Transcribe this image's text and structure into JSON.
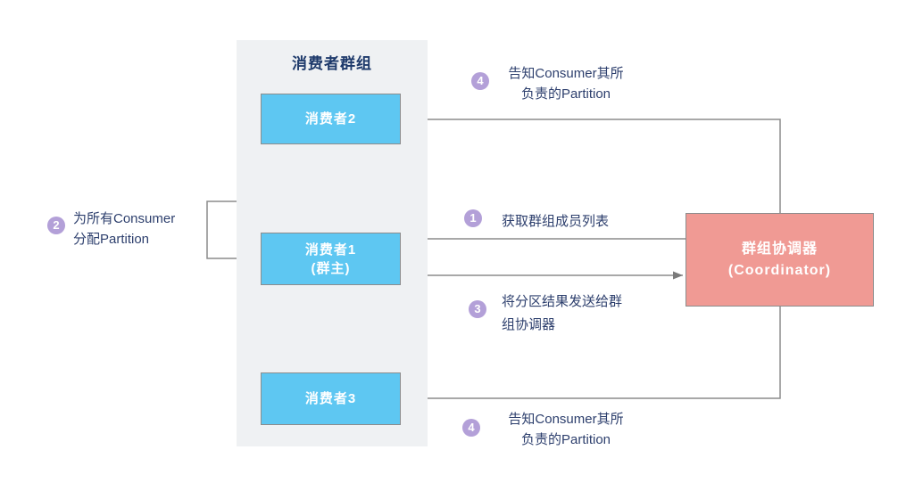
{
  "colors": {
    "consumer_box_blue": "#5ec7f2",
    "coordinator_pink": "#f09a94",
    "group_container_gray": "#eff1f3",
    "text_navy": "#2d3f6d",
    "title_navy": "#1e3a6b",
    "step_badge_purple": "#b3a0d8",
    "connector_gray": "#8c8c8c",
    "box_text_white": "#ffffff"
  },
  "consumer_group": {
    "title": "消费者群组",
    "consumers": [
      {
        "label": "消费者2"
      },
      {
        "label": "消费者1",
        "sublabel": "(群主)"
      },
      {
        "label": "消费者3"
      }
    ]
  },
  "coordinator": {
    "label": "群组协调器",
    "sublabel": "(Coordinator)"
  },
  "steps": [
    {
      "num": "1",
      "line1": "获取群组成员列表",
      "line2": ""
    },
    {
      "num": "2",
      "line1": "为所有Consumer",
      "line2": "分配Partition"
    },
    {
      "num": "3",
      "line1": "将分区结果发送给群",
      "line2": "组协调器"
    },
    {
      "num": "4",
      "line1": "告知Consumer其所",
      "line2": "负责的Partition"
    },
    {
      "num": "4",
      "line1": "告知Consumer其所",
      "line2": "负责的Partition"
    }
  ]
}
